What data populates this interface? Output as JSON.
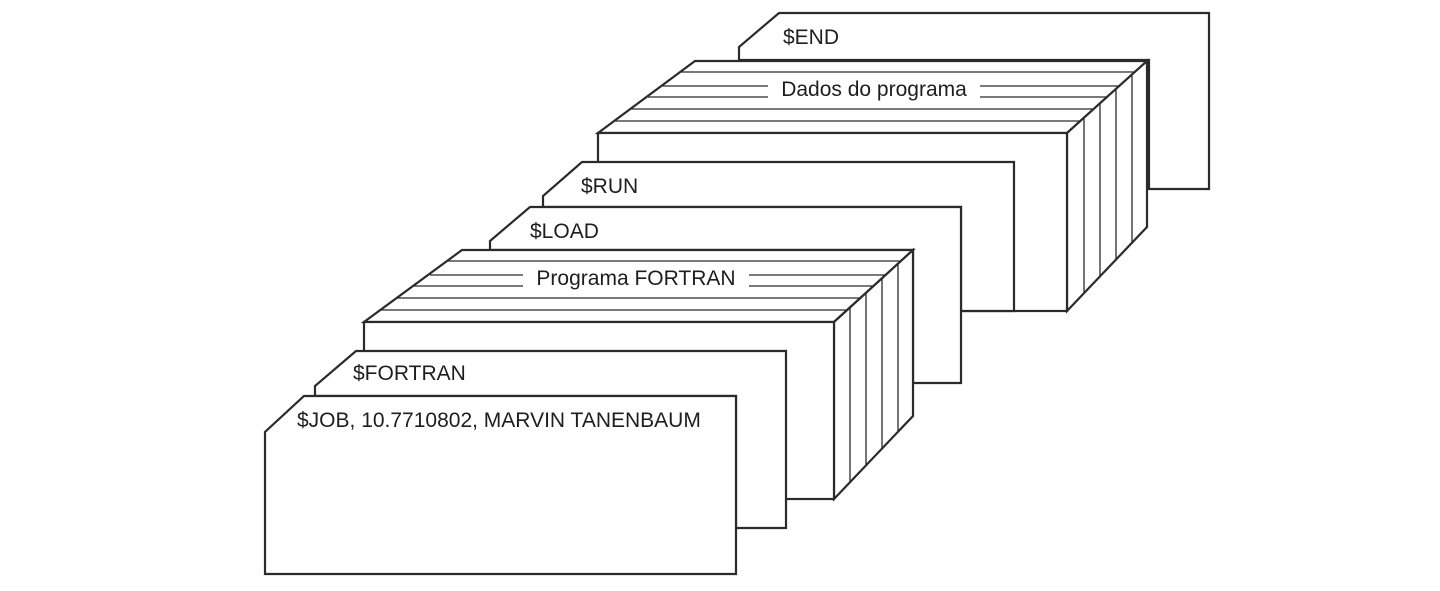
{
  "cards": {
    "end": "$END",
    "data_deck": "Dados do programa",
    "run": "$RUN",
    "load": "$LOAD",
    "program_deck": "Programa FORTRAN",
    "fortran": "$FORTRAN",
    "job": "$JOB, 10.7710802, MARVIN TANENBAUM"
  },
  "colors": {
    "stroke": "#2b2b2b",
    "background": "#ffffff",
    "text": "#1e1e1e"
  }
}
